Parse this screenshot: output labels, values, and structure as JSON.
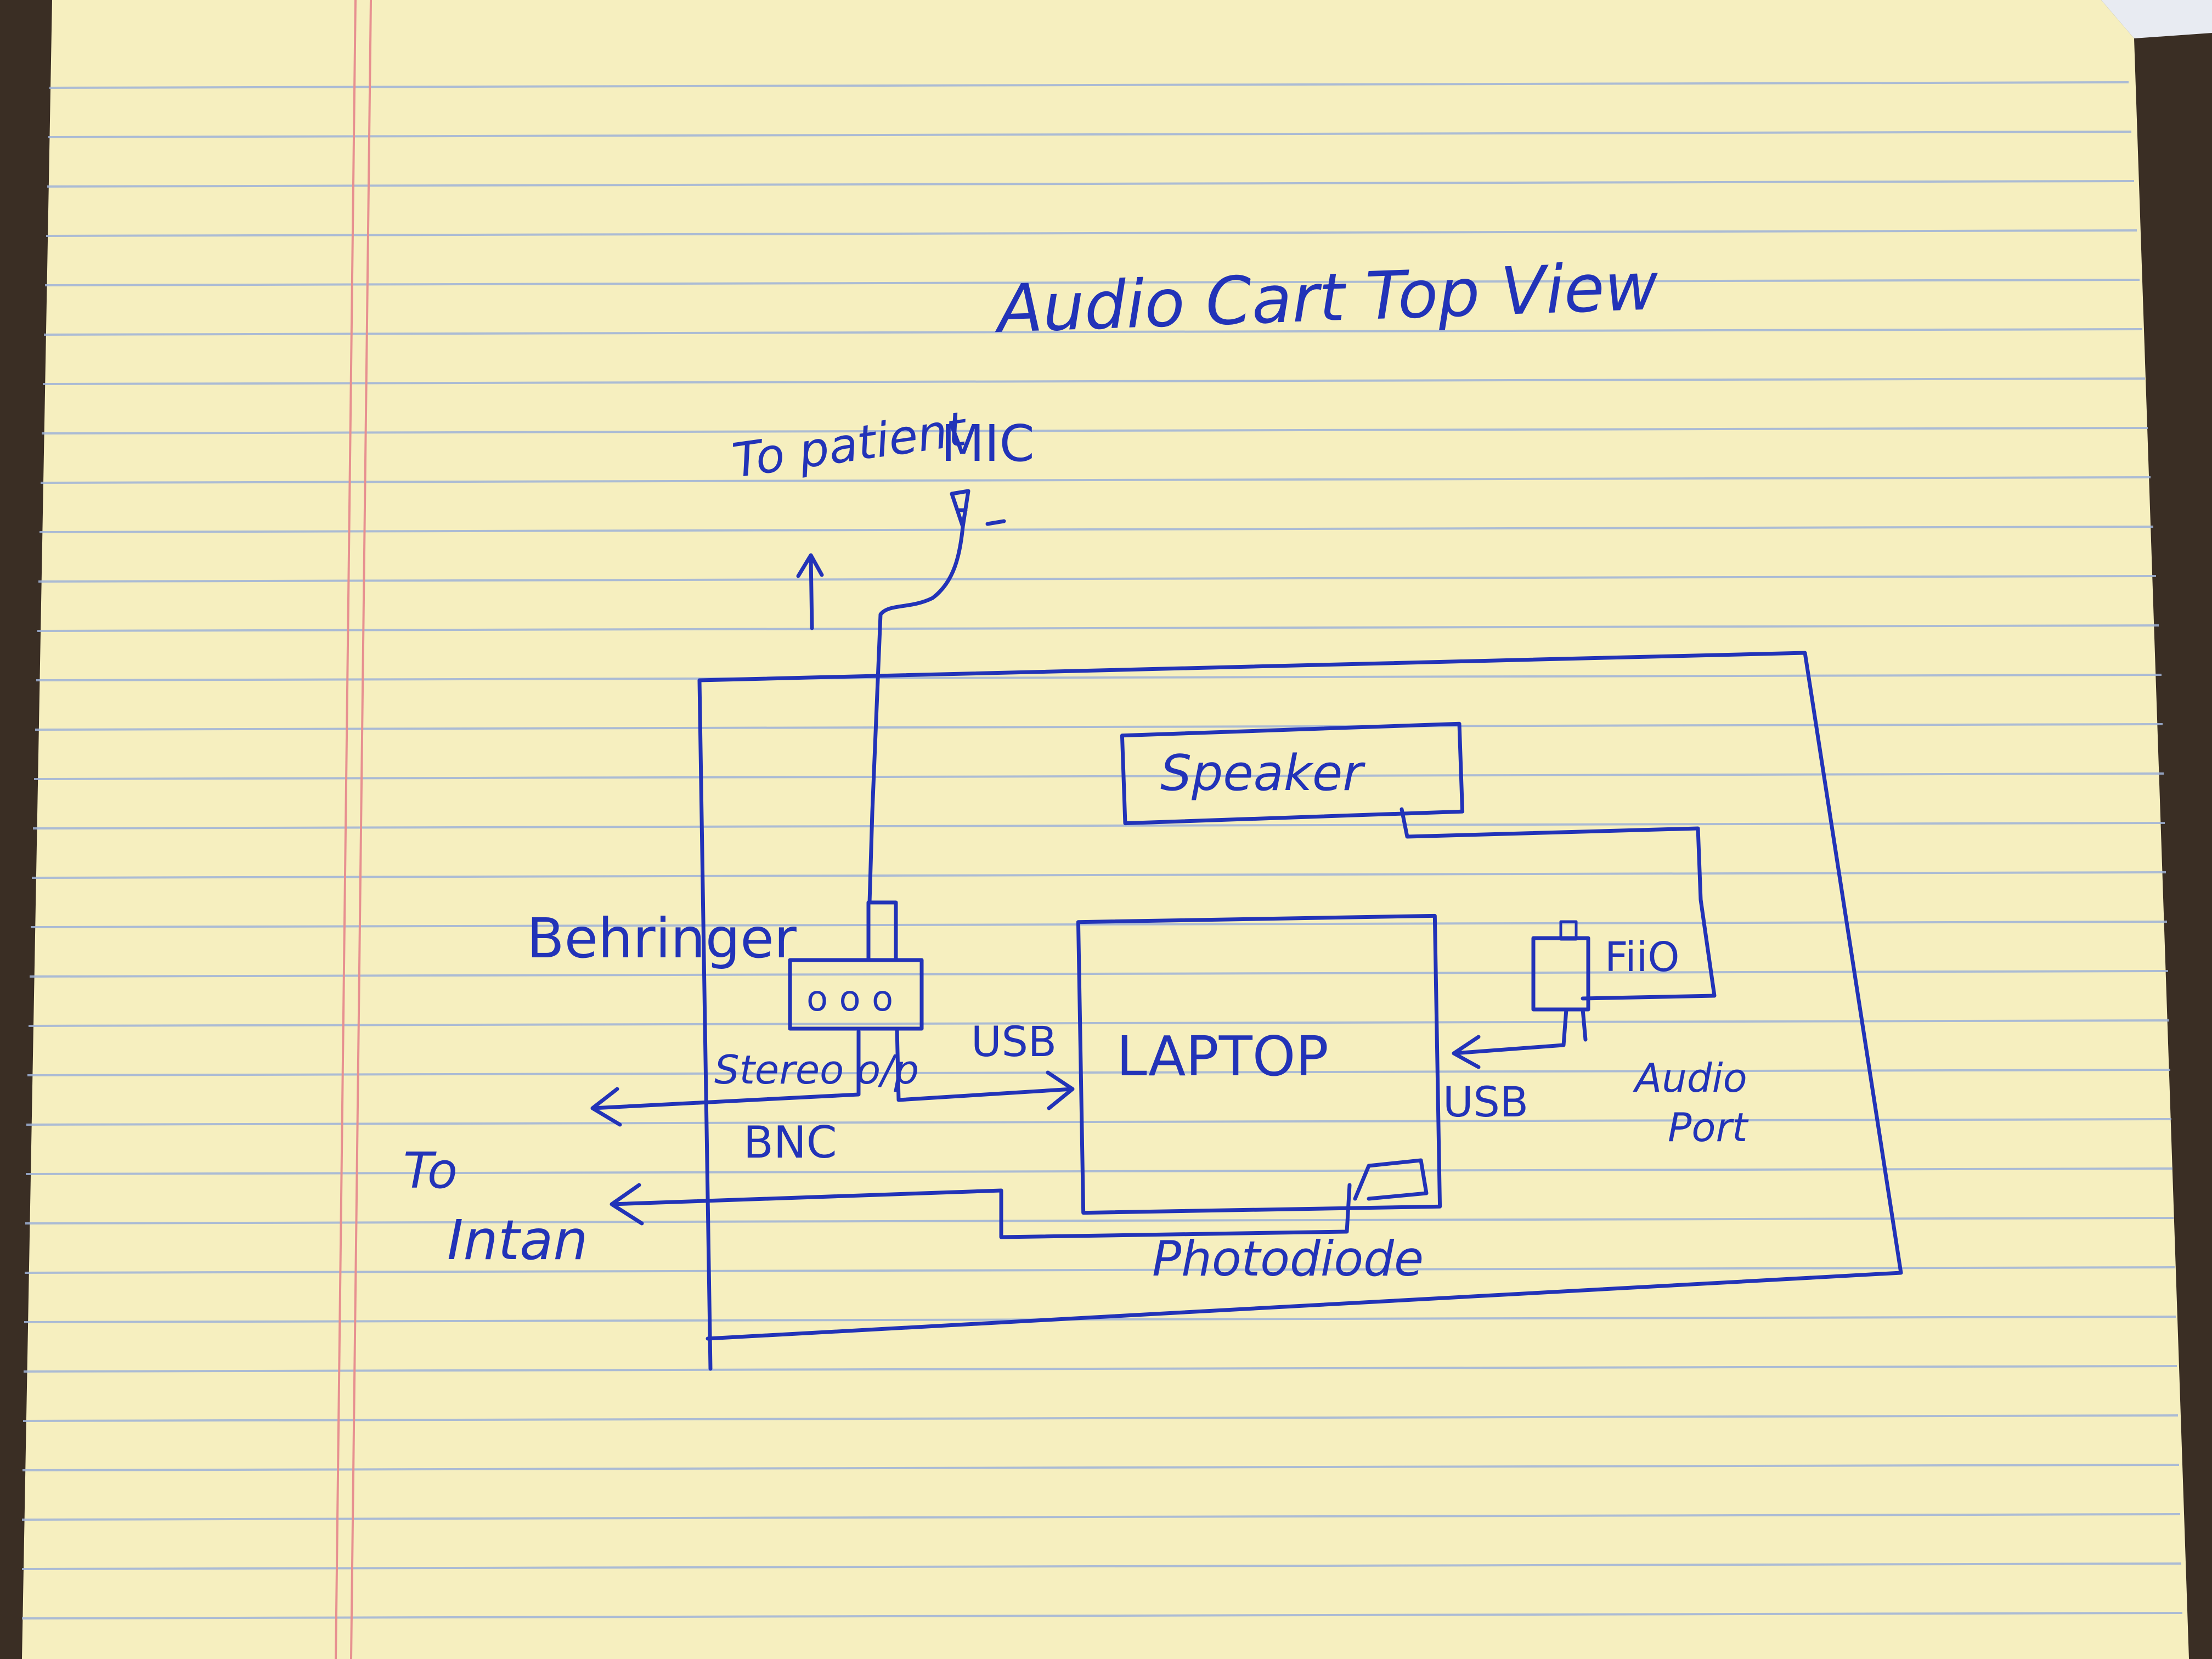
{
  "diagram": {
    "title": "Audio Cart Top View",
    "labels": {
      "to_patient": "To patient",
      "mic": "MIC",
      "speaker": "Speaker",
      "behringer": "Behringer",
      "knobs": "o o o",
      "usb_left": "USB",
      "stereo_op": "Stereo o/p",
      "bnc": "BNC",
      "to_intan_line1": "To",
      "to_intan_line2": "Intan",
      "laptop": "LAPTOP",
      "fiio": "FiiO",
      "usb_right": "USB",
      "audio_port_line1": "Audio",
      "audio_port_line2": "Port",
      "photodiode": "Photodiode"
    }
  },
  "colors": {
    "ink": "#2233b8",
    "paper": "#f6efbf",
    "rule_line": "#9fb3d8",
    "margin_line": "#e79090",
    "background": "#3a2e24"
  }
}
